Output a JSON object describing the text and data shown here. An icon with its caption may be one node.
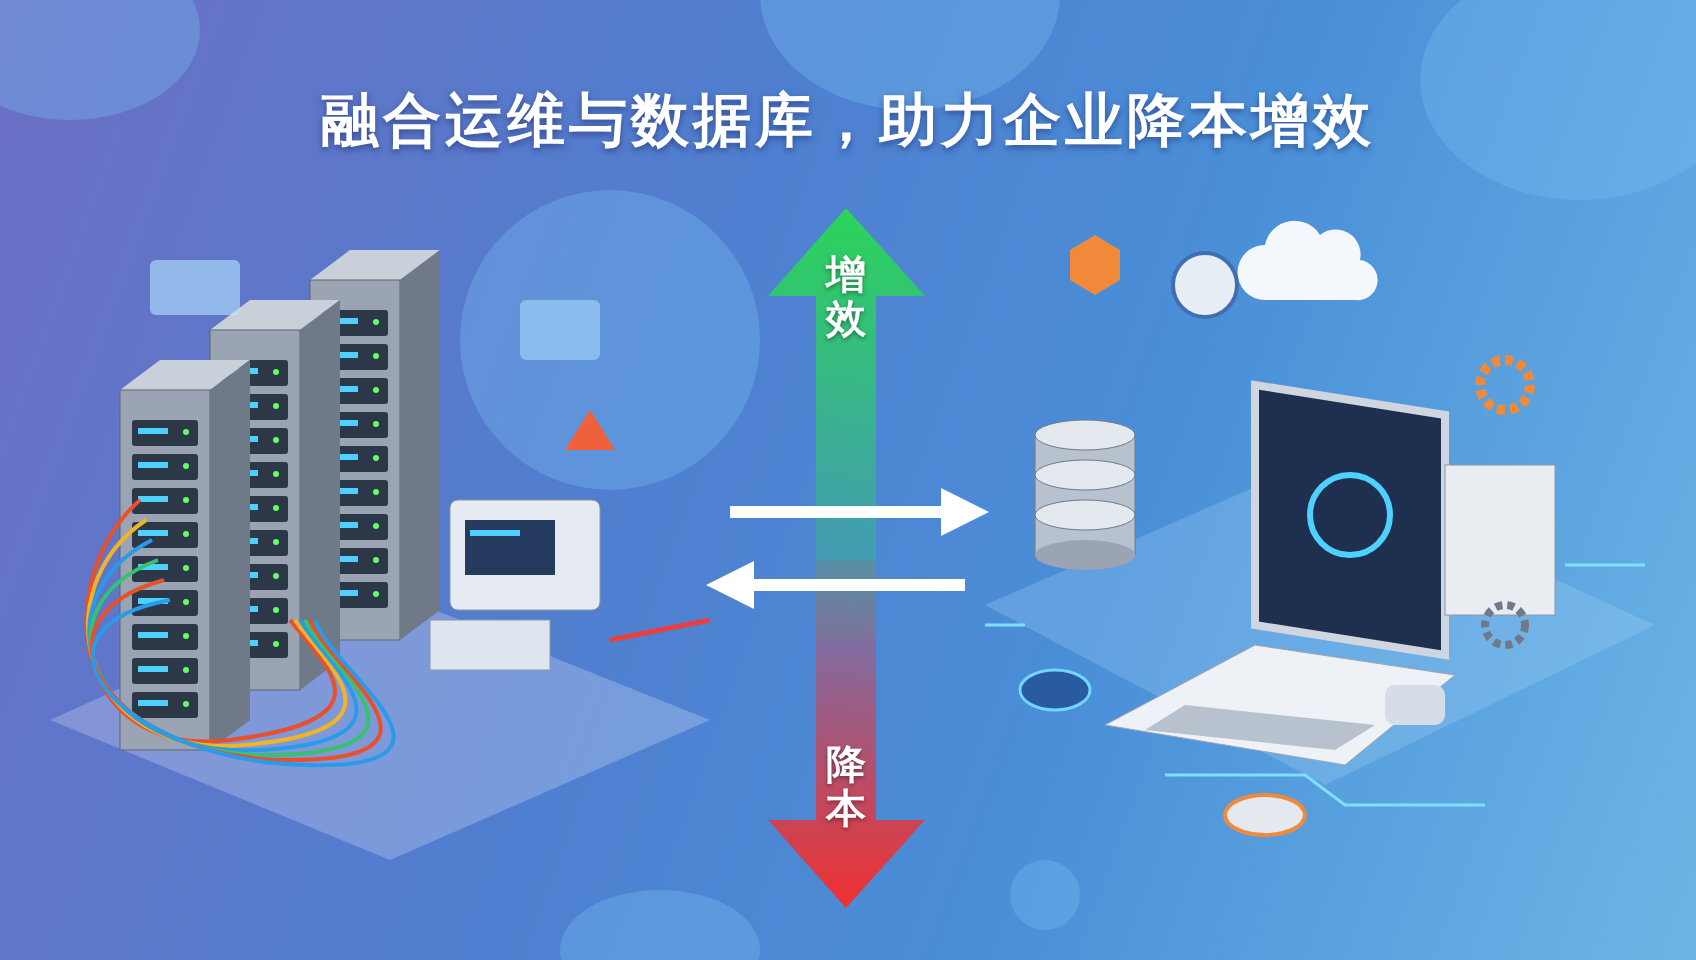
{
  "diagram": {
    "title": "融合运维与数据库，助力企业降本增效",
    "nodes": [
      {
        "text": [],
        "shape": "picture"
      },
      {
        "text": [],
        "shape": "picture"
      }
    ],
    "edges": [
      {
        "from": 0,
        "to": 1,
        "arrow": "to"
      },
      {
        "from": 1,
        "to": 0,
        "arrow": "to"
      }
    ],
    "labels": [
      "增效",
      "降本"
    ]
  }
}
